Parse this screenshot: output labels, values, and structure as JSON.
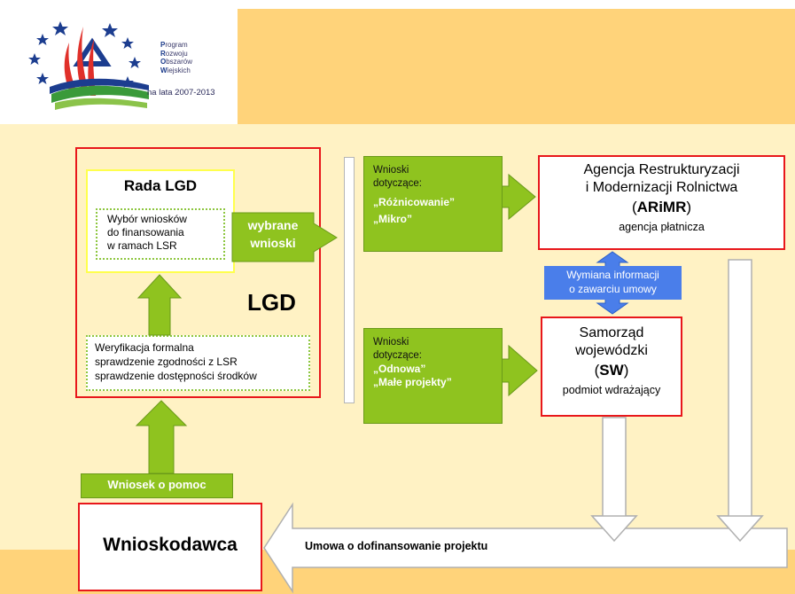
{
  "logo": {
    "line1_initial": "P",
    "line1_rest": "rogram",
    "line2_initial": "R",
    "line2_rest": "ozwoju",
    "line3_initial": "O",
    "line3_rest": "bszarów",
    "line4_initial": "W",
    "line4_rest": "iejskich",
    "years": "na lata 2007-2013"
  },
  "lgd": {
    "label": "LGD",
    "rada_title": "Rada LGD",
    "wybor_lines": [
      "Wybór wniosków",
      "do finansowania",
      "w ramach LSR"
    ],
    "weryf_lines": [
      "Weryfikacja formalna",
      "sprawdzenie zgodności z LSR",
      "sprawdzenie dostępności środków"
    ]
  },
  "wybrane": {
    "line1": "wybrane",
    "line2": "wnioski"
  },
  "green_top": {
    "line1": "Wnioski",
    "line2": "dotyczące:",
    "bold1": "„Różnicowanie”",
    "bold2": "„Mikro”"
  },
  "green_bottom": {
    "line1": "Wnioski",
    "line2": "dotyczące:",
    "bold1": "„Odnowa”",
    "bold2": "„Małe projekty”"
  },
  "arimr": {
    "line1": "Agencja Restrukturyzacji",
    "line2": "i Modernizacji Rolnictwa",
    "paren_open": "(",
    "abbr": "ARiMR",
    "paren_close": ")",
    "role": "agencja płatnicza"
  },
  "info": {
    "line1": "Wymiana informacji",
    "line2": "o zawarciu umowy"
  },
  "sw": {
    "line1": "Samorząd",
    "line2": "wojewódzki",
    "paren_open": "(",
    "abbr": "SW",
    "paren_close": ")",
    "role": "podmiot wdrażający"
  },
  "wniosek_pomoc": "Wniosek o pomoc",
  "wnioskodawca": "Wnioskodawca",
  "umowa": "Umowa o dofinansowanie projektu",
  "colors": {
    "red_border": "#e8171b",
    "green": "#8fc31f",
    "blue_info": "#4a7eea",
    "band_dark": "#ffd37a",
    "band_light": "#fff2c4"
  }
}
